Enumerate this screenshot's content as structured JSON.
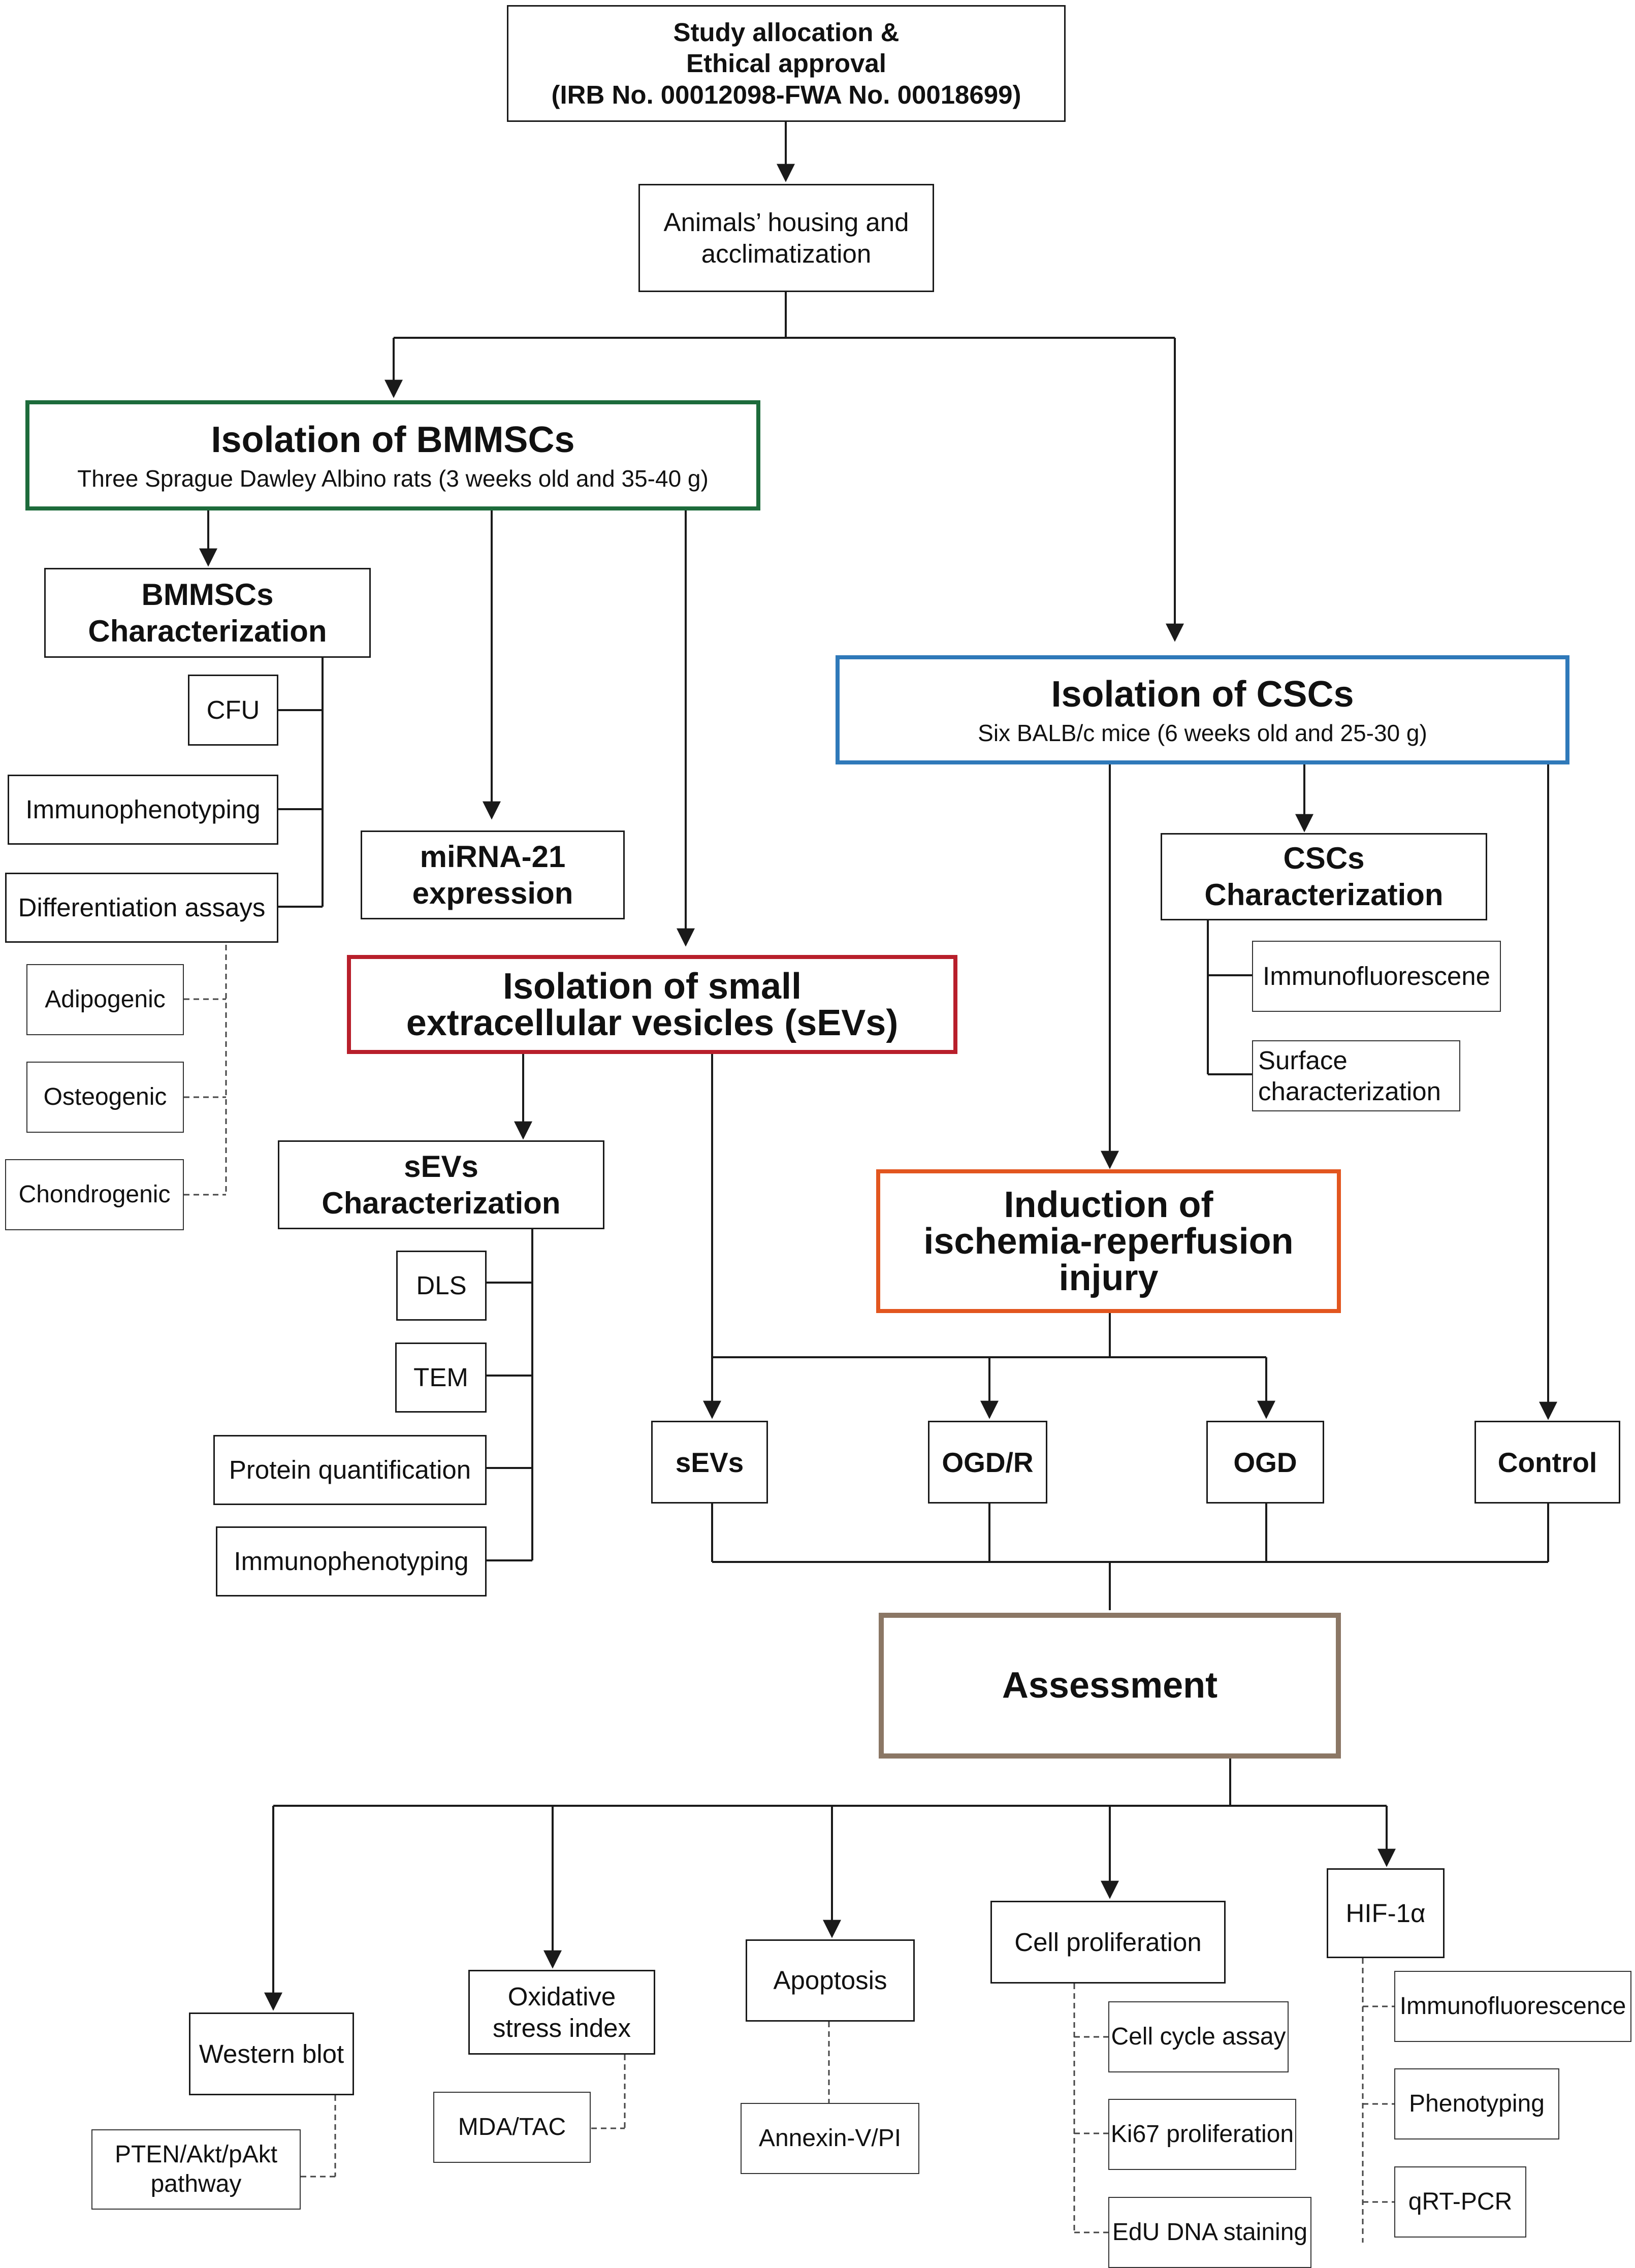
{
  "study": {
    "line1": "Study allocation &",
    "line2": "Ethical approval",
    "line3": "(IRB No. 00012098-FWA No. 00018699)"
  },
  "housing": {
    "line1": "Animals’ housing and",
    "line2": "acclimatization"
  },
  "bmmsc": {
    "title": "Isolation of BMMSCs",
    "subtitle": "Three Sprague Dawley Albino rats (3 weeks old and 35-40 g)",
    "characterization": {
      "line1": "BMMSCs",
      "line2": "Characterization"
    },
    "items": [
      "CFU",
      "Immunophenotyping",
      "Differentiation assays"
    ],
    "differentiation": [
      "Adipogenic",
      "Osteogenic",
      "Chondrogenic"
    ]
  },
  "mirna": {
    "line1": "miRNA-21",
    "line2": "expression"
  },
  "sev": {
    "title_line1": "Isolation of small",
    "title_line2": "extracellular vesicles (sEVs)",
    "characterization": {
      "line1": "sEVs",
      "line2": "Characterization"
    },
    "items": [
      "DLS",
      "TEM",
      "Protein quantification",
      "Immunophenotyping"
    ]
  },
  "csc": {
    "title": "Isolation of CSCs",
    "subtitle": "Six BALB/c mice (6 weeks old and 25-30 g)",
    "characterization": {
      "line1": "CSCs",
      "line2": "Characterization"
    },
    "items": [
      "Immunofluorescene",
      "Surface",
      "characterization"
    ]
  },
  "ischemia": {
    "line1": "Induction of",
    "line2": "ischemia-reperfusion",
    "line3": "injury"
  },
  "groups": [
    "sEVs",
    "OGD/R",
    "OGD",
    "Control"
  ],
  "assessment": "Assessment",
  "outcomes": {
    "western": "Western blot",
    "pten": {
      "line1": "PTEN/Akt/pAkt",
      "line2": "pathway"
    },
    "oxidative": {
      "line1": "Oxidative",
      "line2": "stress index"
    },
    "mda": "MDA/TAC",
    "apoptosis": "Apoptosis",
    "annexin": "Annexin-V/PI",
    "proliferation": "Cell proliferation",
    "prolif_items": [
      "Cell cycle assay",
      "Ki67 proliferation",
      "EdU DNA staining"
    ],
    "hif": "HIF-1α",
    "hif_items": [
      "Immunofluorescence",
      "Phenotyping",
      "qRT-PCR"
    ]
  },
  "colors": {
    "bmmsc": "#1d6b3b",
    "sev": "#b81f2b",
    "csc": "#2f79b9",
    "ischemia": "#e2561f",
    "assessment": "#8b7765",
    "line": "#1a1a1a"
  }
}
